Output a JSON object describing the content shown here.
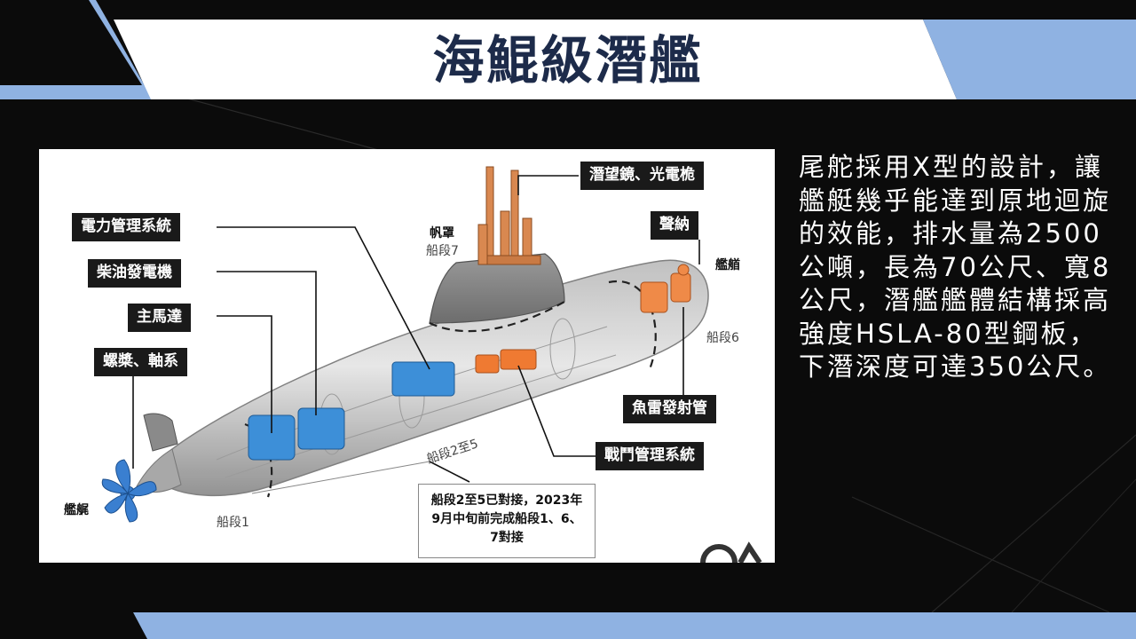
{
  "slide": {
    "title": "海鯤級潛艦",
    "body_text": "尾舵採用X型的設計，讓艦艇幾乎能達到原地迴旋的效能，排水量為2500公噸，長為70公尺、寬8公尺，潛艦艦體結構採高強度HSLA-80型鋼板，下潛深度可達350公尺。",
    "colors": {
      "title_bar": "#ffffff",
      "accent_blue": "#8fb2e2",
      "background": "#0a0a0a",
      "title_text": "#1d2b4a"
    }
  },
  "figure": {
    "callouts": {
      "periscope": "潛望鏡、光電桅",
      "power_management": "電力管理系統",
      "diesel_generator": "柴油發電機",
      "main_motor": "主馬達",
      "propeller_shaft": "螺槳、軸系",
      "sonar": "聲納",
      "torpedo_tubes": "魚雷發射管",
      "combat_management": "戰鬥管理系統"
    },
    "labels": {
      "sail": "帆罩",
      "section7": "船段7",
      "bow": "艦艏",
      "section6": "船段6",
      "sections_2_5": "船段2至5",
      "stern": "艦艉",
      "section1": "船段1"
    },
    "note": "船段2至5已對接，2023年9月中旬前完成船段1、6、7對接"
  }
}
